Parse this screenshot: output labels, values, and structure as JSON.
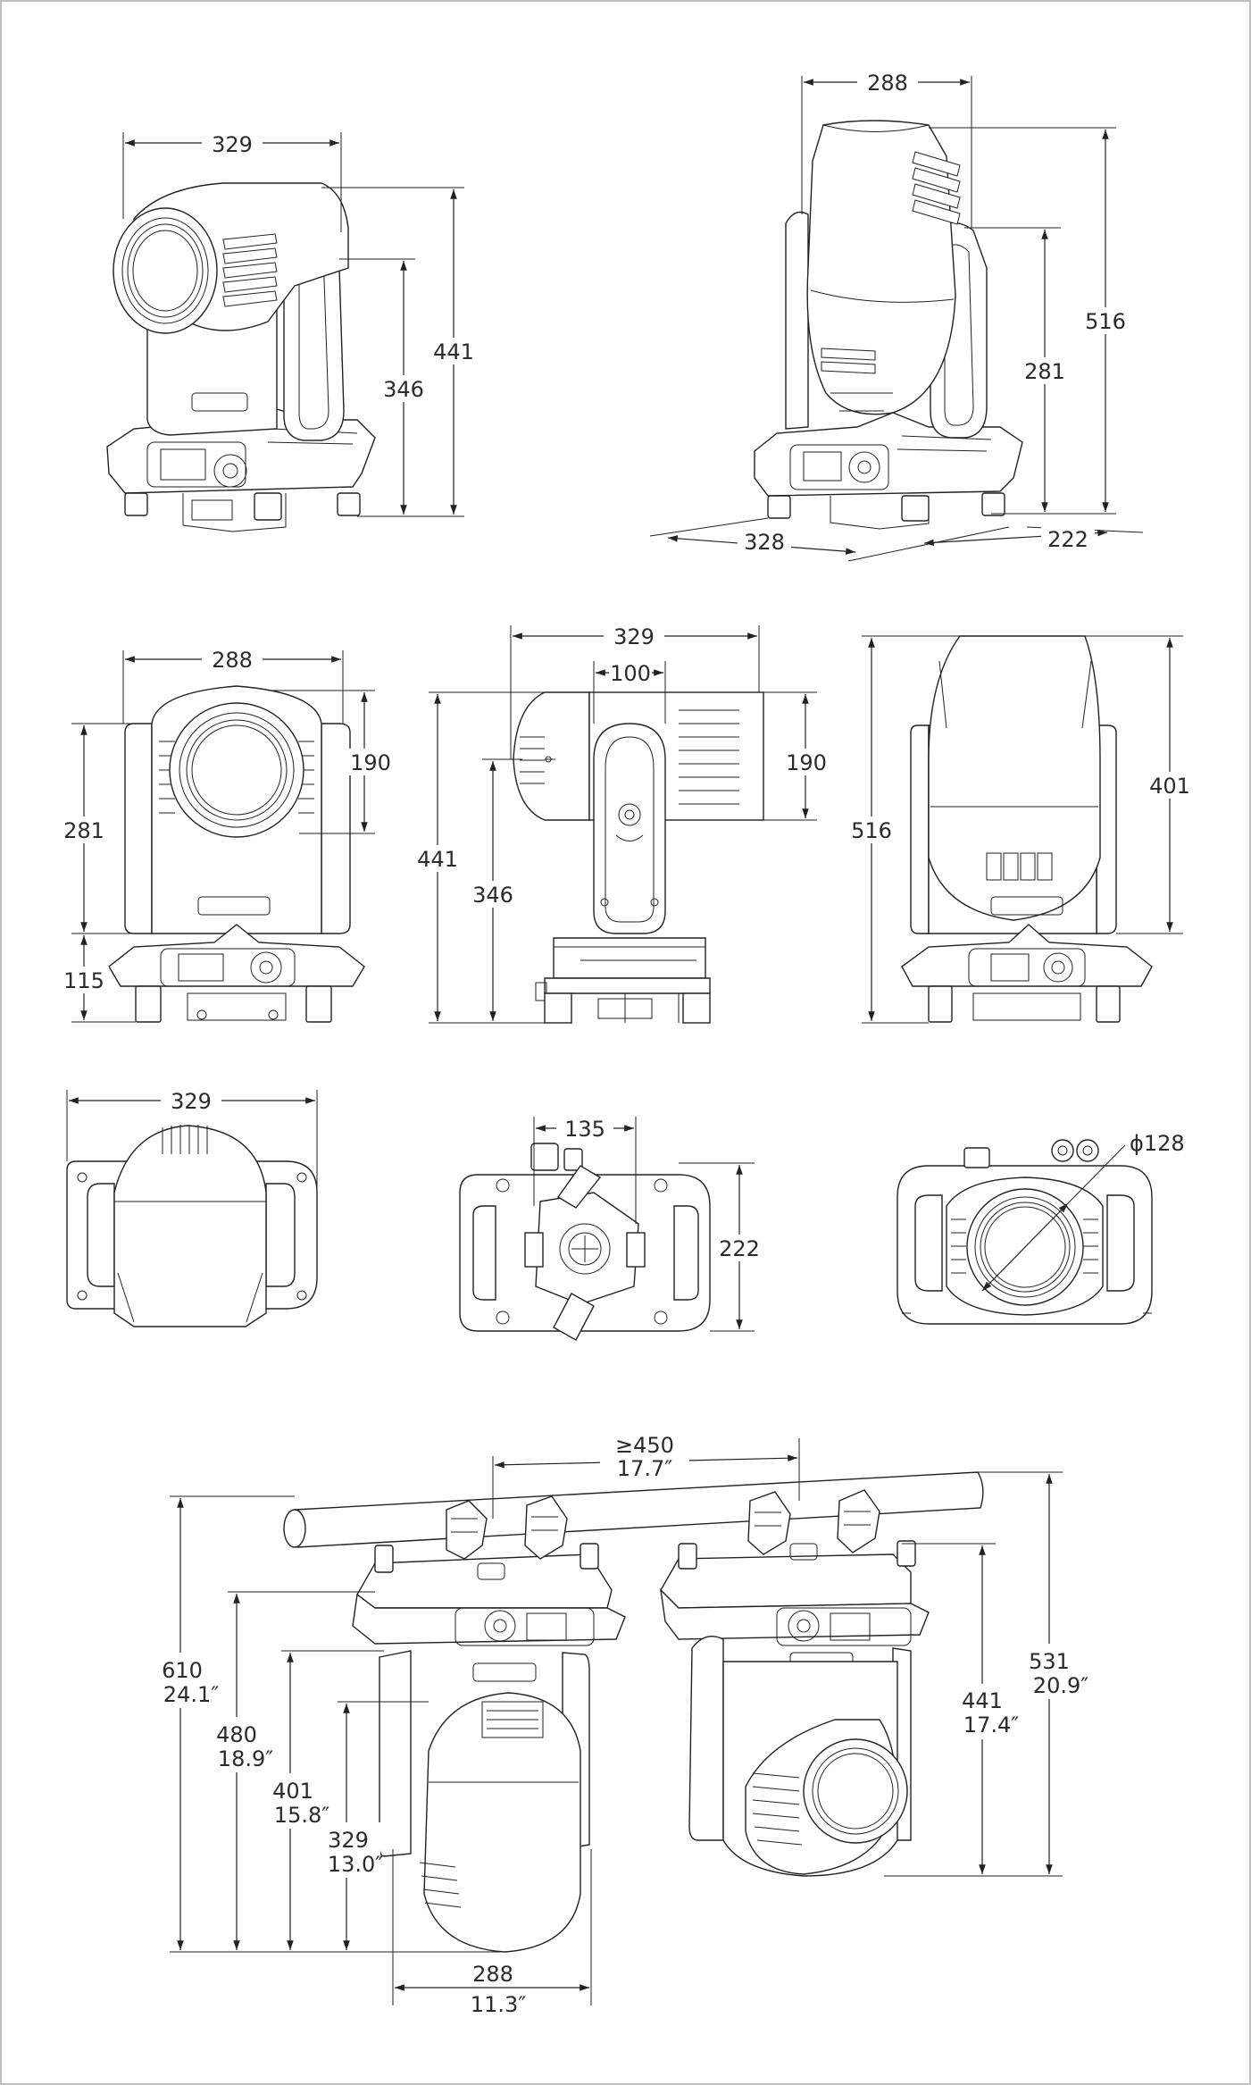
{
  "views": {
    "view1": {
      "width": "329",
      "height_total": "441",
      "height_head": "346"
    },
    "view2": {
      "width_top": "288",
      "height_total": "516",
      "height_arm": "281",
      "base_depth": "328",
      "base_width": "222"
    },
    "front": {
      "width": "288",
      "head_height": "190",
      "arm_height": "281",
      "base_height": "115"
    },
    "side": {
      "length": "329",
      "pivot": "100",
      "head_height": "190",
      "total_height": "441",
      "axis_height": "346"
    },
    "back": {
      "total_height": "516",
      "arm_height": "401"
    },
    "top": {
      "width": "329"
    },
    "bottom": {
      "clamp_spacing": "135",
      "depth": "222"
    },
    "lens": {
      "diameter": "ϕ128"
    }
  },
  "truss": {
    "spacing_mm": "≥450",
    "spacing_in": "17.7″",
    "h610_mm": "610",
    "h610_in": "24.1″",
    "h480_mm": "480",
    "h480_in": "18.9″",
    "h401_mm": "401",
    "h401_in": "15.8″",
    "h329_mm": "329",
    "h329_in": "13.0″",
    "w288_mm": "288",
    "w288_in": "11.3″",
    "h531_mm": "531",
    "h531_in": "20.9″",
    "h441_mm": "441",
    "h441_in": "17.4″"
  }
}
